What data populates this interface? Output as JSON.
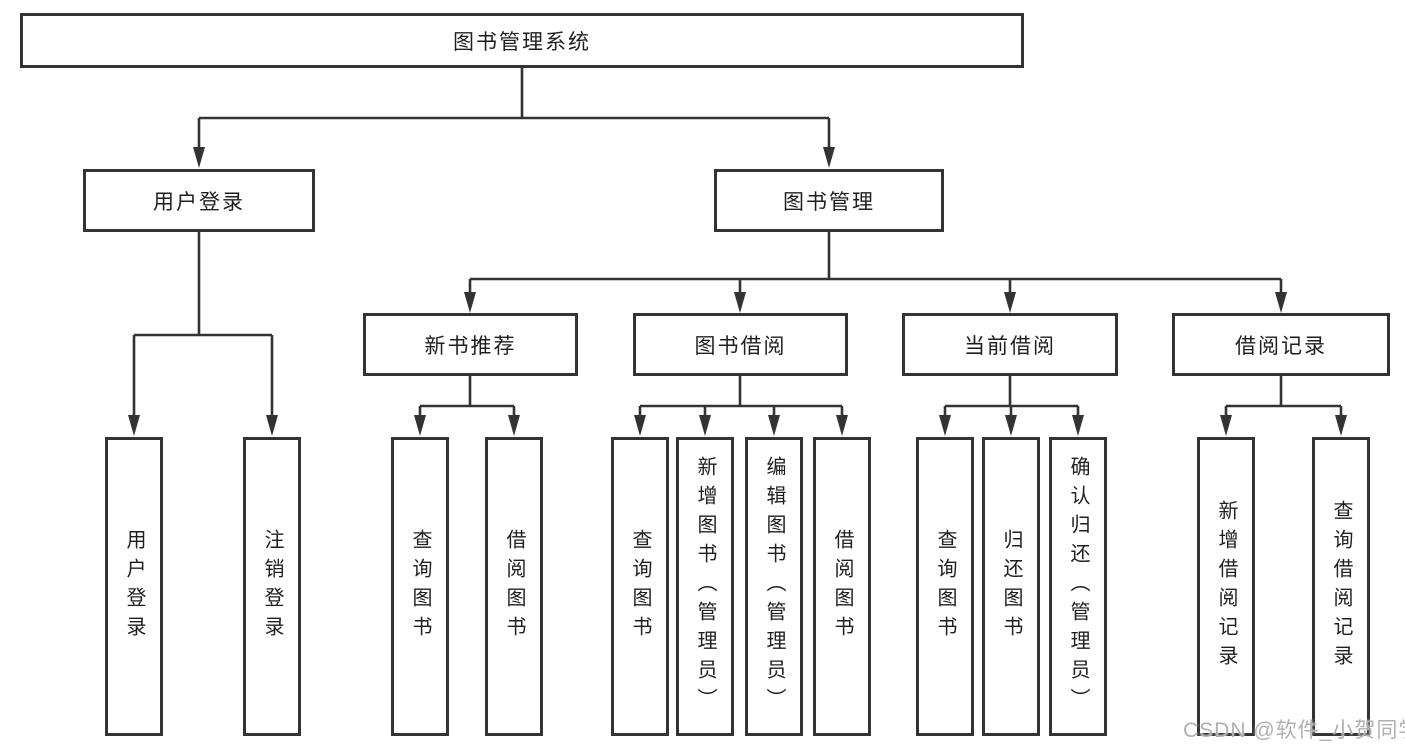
{
  "diagram": {
    "title": "图书管理系统",
    "type": "hierarchy-tree"
  },
  "nodes": {
    "root": "图书管理系统",
    "user_login": "用户登录",
    "book_mgmt": "图书管理",
    "new_book_rec": "新书推荐",
    "book_borrow": "图书借阅",
    "current_borrow": "当前借阅",
    "borrow_records": "借阅记录",
    "user_login_leaf": "用户登录",
    "logout_leaf": "注销登录",
    "rec_query_books": "查询图书",
    "rec_borrow_books": "借阅图书",
    "bb_query_books": "查询图书",
    "bb_add_books": "新增图书（管理员）",
    "bb_edit_books": "编辑图书（管理员）",
    "bb_borrow_books": "借阅图书",
    "cb_query_books": "查询图书",
    "cb_return_books": "归还图书",
    "cb_confirm_return": "确认归还（管理员）",
    "br_add_record": "新增借阅记录",
    "br_query_record": "查询借阅记录"
  },
  "edges": [
    [
      "root",
      "user_login"
    ],
    [
      "root",
      "book_mgmt"
    ],
    [
      "user_login",
      "user_login_leaf"
    ],
    [
      "user_login",
      "logout_leaf"
    ],
    [
      "book_mgmt",
      "new_book_rec"
    ],
    [
      "book_mgmt",
      "book_borrow"
    ],
    [
      "book_mgmt",
      "current_borrow"
    ],
    [
      "book_mgmt",
      "borrow_records"
    ],
    [
      "new_book_rec",
      "rec_query_books"
    ],
    [
      "new_book_rec",
      "rec_borrow_books"
    ],
    [
      "book_borrow",
      "bb_query_books"
    ],
    [
      "book_borrow",
      "bb_add_books"
    ],
    [
      "book_borrow",
      "bb_edit_books"
    ],
    [
      "book_borrow",
      "bb_borrow_books"
    ],
    [
      "current_borrow",
      "cb_query_books"
    ],
    [
      "current_borrow",
      "cb_return_books"
    ],
    [
      "current_borrow",
      "cb_confirm_return"
    ],
    [
      "borrow_records",
      "br_add_record"
    ],
    [
      "borrow_records",
      "br_query_record"
    ]
  ],
  "watermark": {
    "text": "CSDN @软件_小贺同学"
  },
  "colors": {
    "line": "#333333",
    "text": "#1f1f1f",
    "watermark": "#b0b0b0",
    "background": "#ffffff"
  }
}
